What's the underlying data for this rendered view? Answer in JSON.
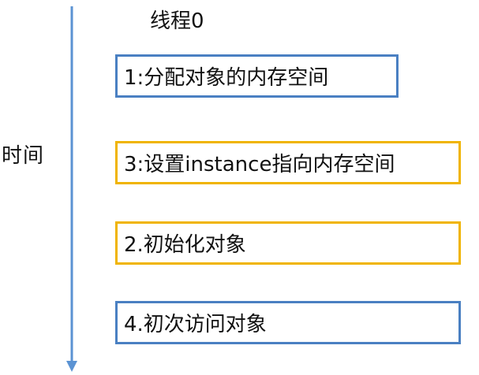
{
  "thread_title": "线程0",
  "time_label": "时间",
  "colors": {
    "timeline": "#5b93d3",
    "blue_border": "#4a80c2",
    "yellow_border": "#f0b400",
    "text": "#111111"
  },
  "steps": [
    {
      "label": "1:分配对象的内存空间",
      "border_color": "#4a80c2"
    },
    {
      "label": "3:设置instance指向内存空间",
      "border_color": "#f0b400"
    },
    {
      "label": "2.初始化对象",
      "border_color": "#f0b400"
    },
    {
      "label": "4.初次访问对象",
      "border_color": "#4a80c2"
    }
  ]
}
